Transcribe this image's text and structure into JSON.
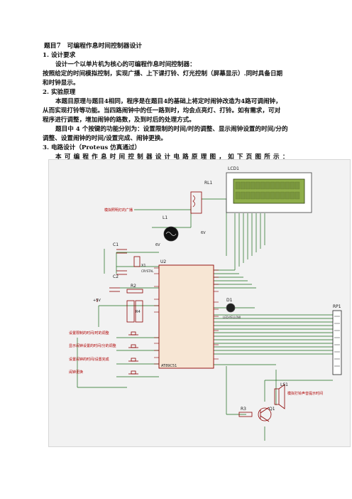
{
  "doc": {
    "title": "题目7　可编程作息时间控制器设计",
    "s1_heading": "1.  设计要求",
    "s1_line1": "设计一个以单片机为核心的可编程作息时间控制器：",
    "s1_line2": "按照给定的时间模拟控制，实现广播、上下课打铃、灯光控制（屏幕显示）.同时具备日期",
    "s1_line3": "和时钟显示。",
    "s2_heading": "2.  实验原理",
    "s2_line1": "本题目原理与题目4相同，程序是在题目4的基础上将定时闹钟改造为4路可调闹钟，",
    "s2_line2": "从而实现打铃等功能。当四路闹钟中的任一路到时，均会点亮灯、打铃。如有需求，可对",
    "s2_line3": "程序进行调整，增加闹钟的路数，及到时后的处理方式。",
    "s2_line4": "题目中 4 个按键的功能分别为：设置限制的时间/时的调整、显示闹钟设置的时间/分的",
    "s2_line5": "调整、设置闹钟的时间/设置完成、闹钟更换。",
    "s3_heading": "3.  电路设计（Proteus 仿真通过）",
    "s3_line1": "本可编程作息时间控制器设计电路原理图，如下页图所示："
  },
  "schematic": {
    "labels": {
      "lcd": "LCD1",
      "relay": "RL1",
      "lamp": "L1",
      "lamp_v": "6V",
      "relay_v": "6V",
      "c1": "C1",
      "c2": "C2",
      "x1": "X1",
      "crystal": "CRYSTAL",
      "r2": "R2",
      "r4": "R4",
      "u2": "U2",
      "chip": "AT89C51",
      "d1": "D1",
      "led": "LED-YELLOW",
      "rp1": "RP1",
      "ls1": "LS1",
      "q1": "Q1",
      "r3": "R3",
      "vcc": "+5V"
    },
    "notes": {
      "lamp_note": "模拟照明灯的广播",
      "key1": "设置限制的时间/时的调整",
      "key2": "显示闹钟设置的时间/分的调整",
      "key3": "设置闹钟的时间/设置完成",
      "key4": "闹钟更换",
      "buzzer_note": "模拟打铃声音提示时间"
    },
    "colors": {
      "wire": "#1a6b1a",
      "component": "#8b0000",
      "lcd_screen": "#8fae4a",
      "chip_fill": "#f7e6d4",
      "background": "#f2f2f2"
    }
  }
}
